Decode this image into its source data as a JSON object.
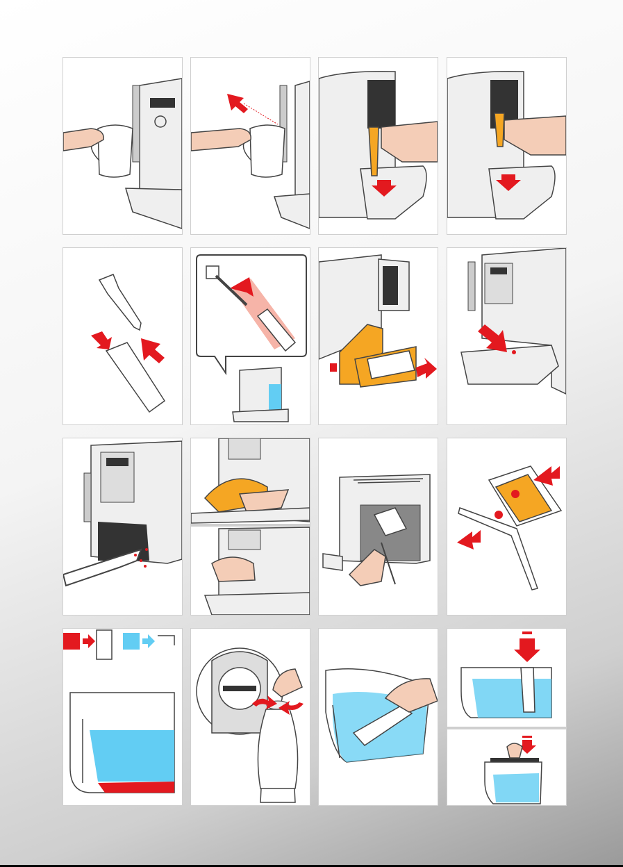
{
  "page": {
    "background": "#e6e6e6",
    "accent_red": "#e3191f",
    "accent_orange": "#f5a623",
    "accent_blue": "#62cdf3"
  },
  "panels": [
    {
      "row": 1,
      "col": 1,
      "icon": "frothing-milk-jug-icon"
    },
    {
      "row": 1,
      "col": 2,
      "icon": "steam-wand-position-icon"
    },
    {
      "row": 1,
      "col": 3,
      "icon": "remove-nozzle-icon"
    },
    {
      "row": 1,
      "col": 4,
      "icon": "remove-nozzle-icon"
    },
    {
      "row": 2,
      "col": 1,
      "icon": "nozzle-parts-icon"
    },
    {
      "row": 2,
      "col": 2,
      "icon": "nozzle-detail-callout-icon"
    },
    {
      "row": 2,
      "col": 3,
      "icon": "drip-tray-remove-icon"
    },
    {
      "row": 2,
      "col": 4,
      "icon": "drip-tray-insert-icon"
    },
    {
      "row": 3,
      "col": 1,
      "icon": "vacuum-cleaning-icon"
    },
    {
      "row": 3,
      "col": 2,
      "icon": "wipe-clean-icon"
    },
    {
      "row": 3,
      "col": 3,
      "icon": "brew-unit-remove-icon"
    },
    {
      "row": 3,
      "col": 4,
      "icon": "brew-unit-press-icon"
    },
    {
      "row": 4,
      "col": 1,
      "icon": "water-hardness-test-icon"
    },
    {
      "row": 4,
      "col": 2,
      "icon": "filter-dial-set-icon"
    },
    {
      "row": 4,
      "col": 3,
      "icon": "filter-insert-tank-icon"
    },
    {
      "row": 4,
      "col": 4,
      "icon": "tank-refit-icon"
    }
  ]
}
